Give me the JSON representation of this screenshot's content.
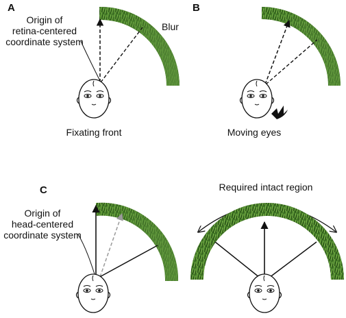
{
  "panels": {
    "a": {
      "letter": "A",
      "origin_label": [
        "Origin of",
        "retina-centered",
        "coordinate system"
      ],
      "blur_label": "Blur",
      "caption": "Fixating front"
    },
    "b": {
      "letter": "B",
      "caption": "Moving eyes"
    },
    "c": {
      "letter": "C",
      "origin_label": [
        "Origin of",
        "head-centered",
        "coordinate system"
      ]
    },
    "d": {
      "title": "Required intact region"
    }
  },
  "colors": {
    "grass_dark": "#2e5a1c",
    "grass_mid": "#4f8a2e",
    "grass_light": "#7fb84c",
    "blur_green": "#5a8f3a",
    "ink": "#111111",
    "gray_arrow": "#9a9a9a"
  }
}
